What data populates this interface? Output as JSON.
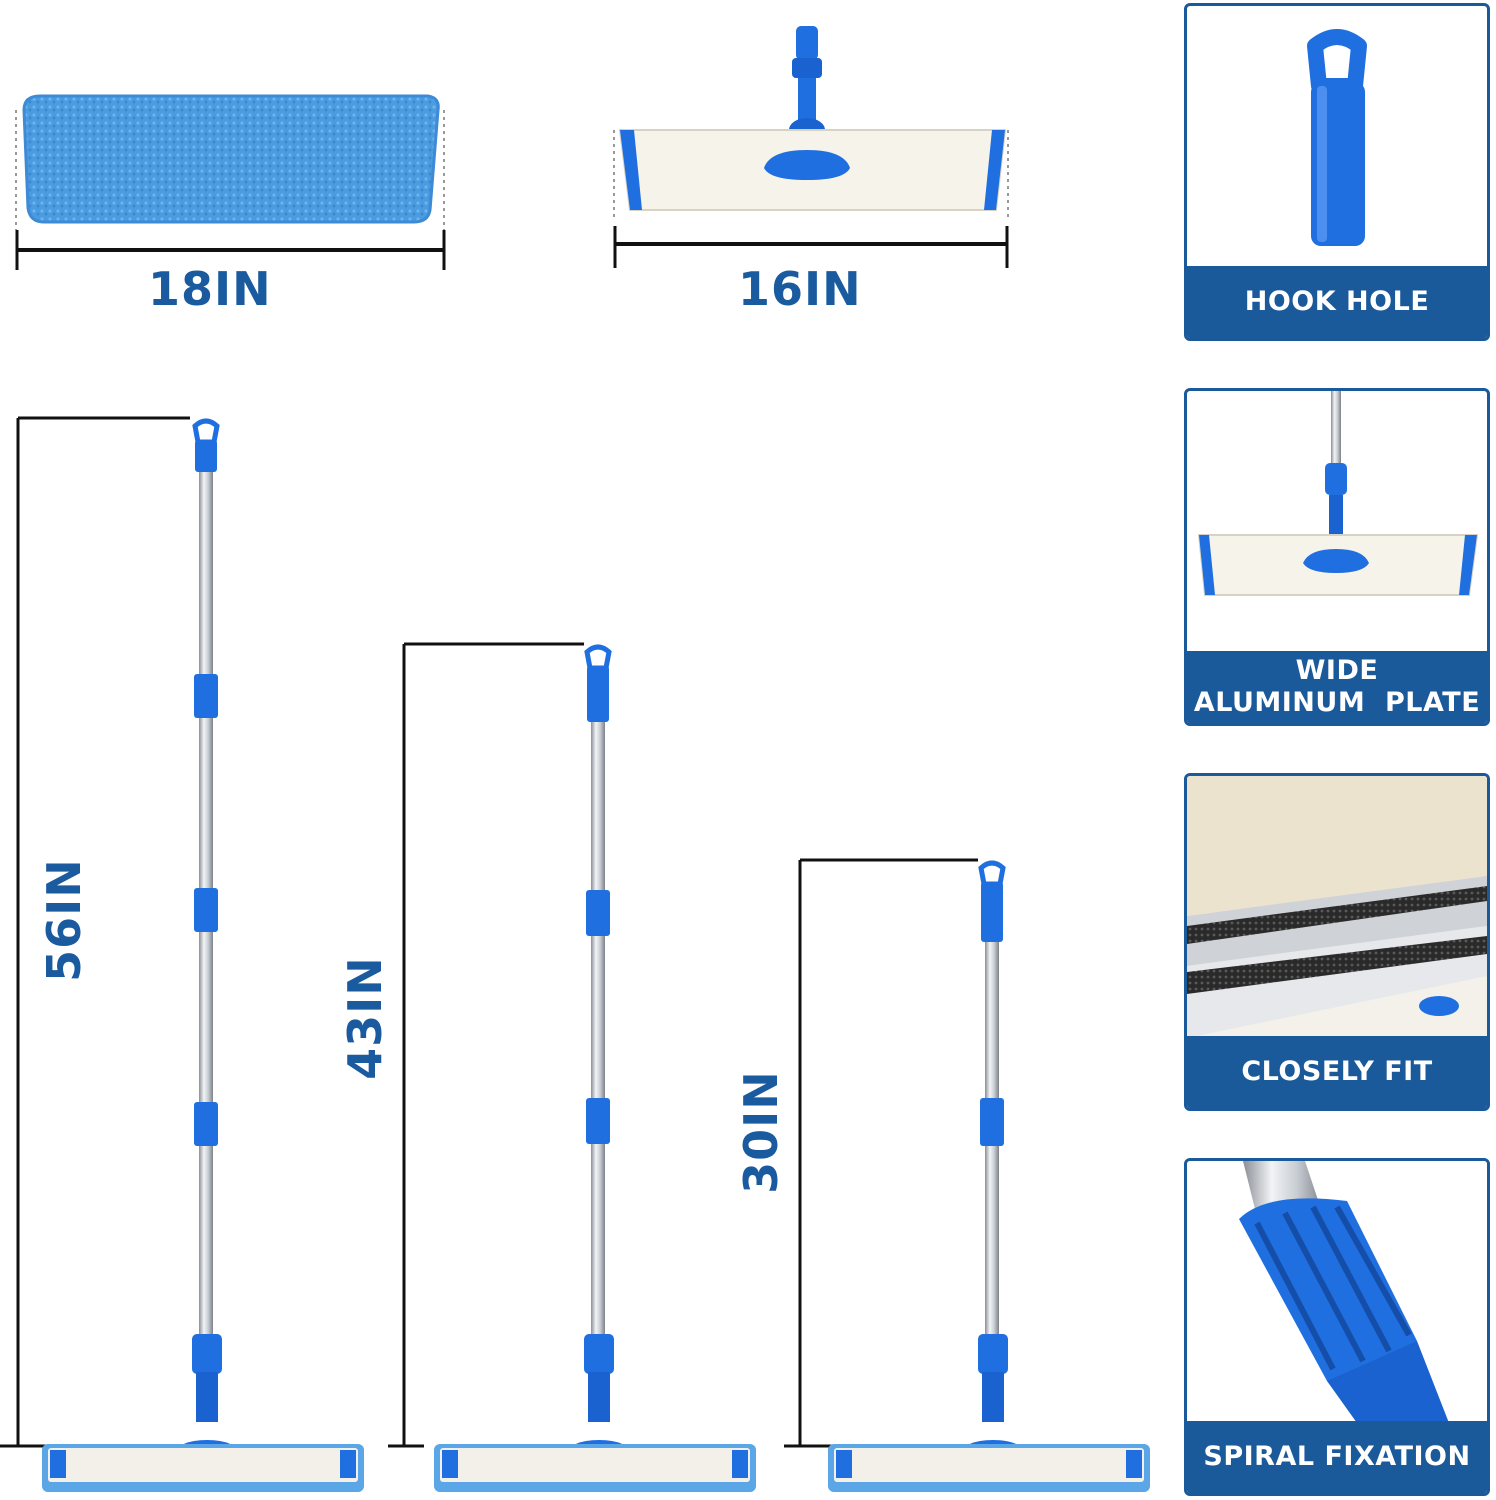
{
  "dimensions": {
    "pad_width": "18IN",
    "plate_width": "16IN",
    "length_long": "56IN",
    "length_mid": "43IN",
    "length_short": "30IN"
  },
  "features": [
    {
      "label": "HOOK HOLE"
    },
    {
      "label_line1": "WIDE",
      "label_line2": "ALUMINUM  PLATE"
    },
    {
      "label": "CLOSELY FIT"
    },
    {
      "label": "SPIRAL FIXATION"
    }
  ],
  "colors": {
    "brand_blue": "#1b5a9a",
    "accent_blue": "#1f6fe0",
    "pad_blue": "#4a9be0"
  }
}
